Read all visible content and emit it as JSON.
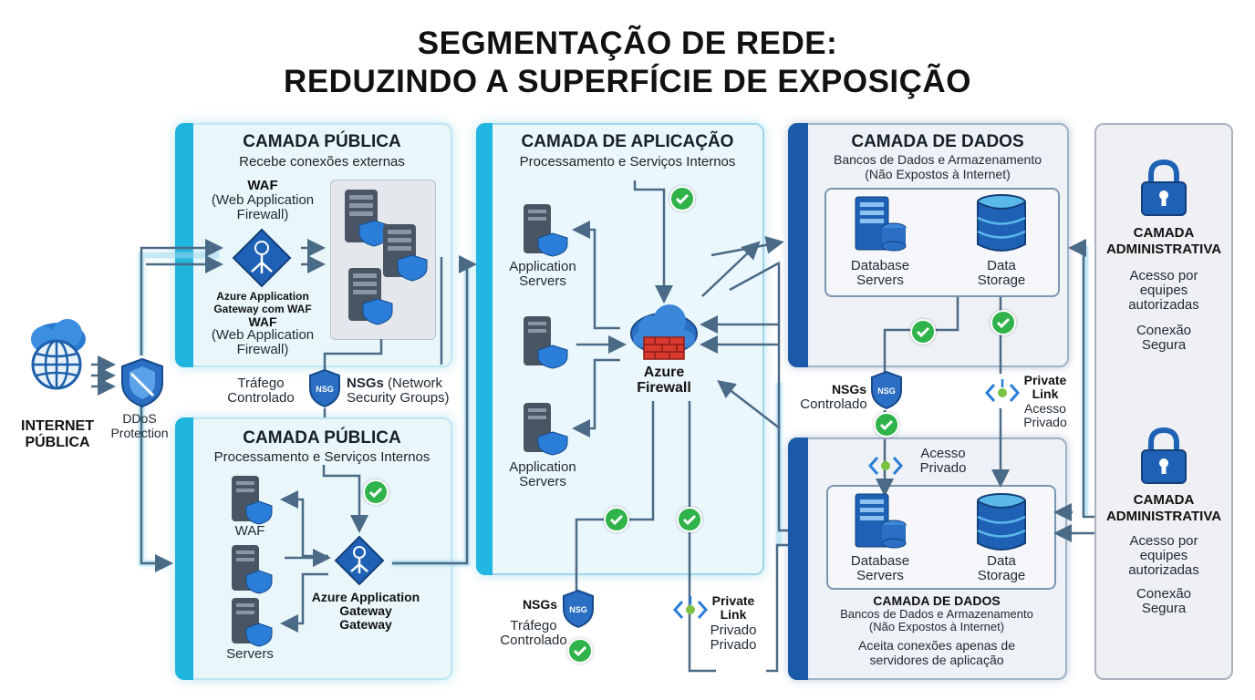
{
  "title": {
    "line1": "SEGMENTAÇÃO DE REDE:",
    "line2": "REDUZINDO A SUPERFÍCIE DE EXPOSIÇÃO"
  },
  "internet": {
    "label1": "INTERNET",
    "label2": "PÚBLICA"
  },
  "ddos": {
    "label1": "DDoS",
    "label2": "Protection"
  },
  "public_top": {
    "heading": "CAMADA PÚBLICA",
    "subtitle": "Recebe conexões externas",
    "waf_title": "WAF",
    "waf_sub1": "(Web Application",
    "waf_sub2": "Firewall)",
    "gw_line1": "Azure Application",
    "gw_line2": "Gateway com WAF",
    "waf2_title": "WAF",
    "waf2_sub1": "(Web Application",
    "waf2_sub2": "Firewall)"
  },
  "nsg_mid": {
    "left1": "Tráfego",
    "left2": "Controlado",
    "badge": "NSG",
    "right_bold": "NSGs",
    "right1": " (Network",
    "right2": "Security Groups)"
  },
  "public_bottom": {
    "heading": "CAMADA PÚBLICA",
    "subtitle": "Processamento e Serviços Internos",
    "waf_label": "WAF",
    "servers_label": "Servers",
    "gw_line1": "Azure Application",
    "gw_line2": "Gateway",
    "gw_line3": "Gateway"
  },
  "app_layer": {
    "heading": "CAMADA DE APLICAÇÃO",
    "subtitle": "Processamento e Serviços Internos",
    "servers_top1": "Application",
    "servers_top2": "Servers",
    "servers_bottom1": "Application",
    "servers_bottom2": "Servers",
    "firewall1": "Azure",
    "firewall2": "Firewall"
  },
  "nsg_bottom": {
    "bold": "NSGs",
    "badge": "NSG",
    "line1": "Tráfego",
    "line2": "Controlado"
  },
  "pl_bottom": {
    "bold1": "Private",
    "bold2": "Link",
    "line1": "Privado",
    "line2": "Privado"
  },
  "data_top": {
    "heading": "CAMADA DE DADOS",
    "subtitle1": "Bancos de Dados e Armazenamento",
    "subtitle2": "(Não Expostos à Internet)",
    "db1": "Database",
    "db2": "Servers",
    "st1": "Data",
    "st2": "Storage"
  },
  "nsg_right": {
    "bold": "NSGs",
    "badge": "NSG",
    "line1": "Controlado"
  },
  "pl_right": {
    "bold1": "Private",
    "bold2": "Link",
    "line1": "Acesso",
    "line2": "Privado"
  },
  "acesso_privado": {
    "line1": "Acesso",
    "line2": "Privado"
  },
  "data_bottom": {
    "db1": "Database",
    "db2": "Servers",
    "st1": "Data",
    "st2": "Storage",
    "heading": "CAMADA DE DADOS",
    "subtitle1": "Bancos de Dados e Armazenamento",
    "subtitle2": "(Não Expostos à Internet)",
    "note1": "Aceita conexões apenas de",
    "note2": "servidores de aplicação"
  },
  "admin_top": {
    "heading1": "CAMADA",
    "heading2": "ADMINISTRATIVA",
    "l1": "Acesso por",
    "l2": "equipes",
    "l3": "autorizadas",
    "l4": "Conexão",
    "l5": "Segura"
  },
  "admin_bottom": {
    "heading1": "CAMADA",
    "heading2": "ADMINISTRATIVA",
    "l1": "Acesso por",
    "l2": "equipes",
    "l3": "autorizadas",
    "l4": "Conexão",
    "l5": "Segura"
  },
  "colors": {
    "public_accent": "#1fb4dd",
    "data_accent": "#1a5aa8",
    "arrow": "#4b6a86",
    "check": "#2fb34a",
    "firewall_brick": "#d93a2f"
  }
}
